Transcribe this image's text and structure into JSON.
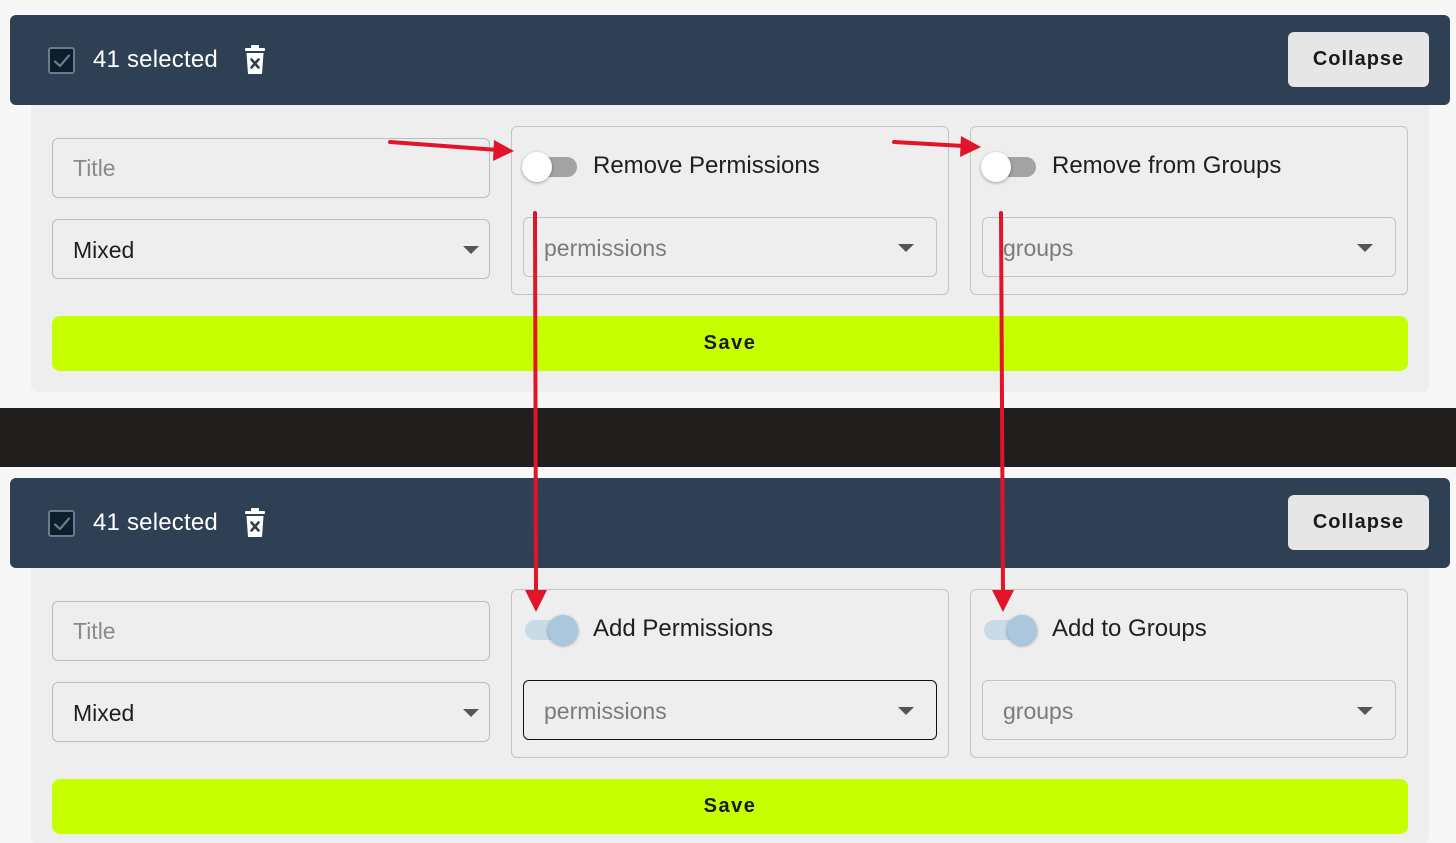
{
  "colors": {
    "header_bg": "#2f4054",
    "save_bg": "#c6ff00",
    "annotation_arrow": "#e0152a",
    "toggle_on": "#a9c8dd",
    "divider": "#201f1d"
  },
  "panels": [
    {
      "id": "before",
      "bulk_bar": {
        "selected_label": "41 selected",
        "checkbox_checked": true,
        "delete_icon": "trash-x-icon",
        "collapse_label": "Collapse"
      },
      "form": {
        "title_placeholder": "Title",
        "type_select_value": "Mixed",
        "permissions_toggle": {
          "label": "Remove Permissions",
          "on": false
        },
        "permissions_select_placeholder": "permissions",
        "groups_toggle": {
          "label": "Remove from Groups",
          "on": false
        },
        "groups_select_placeholder": "groups",
        "save_label": "Save"
      }
    },
    {
      "id": "after",
      "bulk_bar": {
        "selected_label": "41 selected",
        "checkbox_checked": true,
        "delete_icon": "trash-x-icon",
        "collapse_label": "Collapse"
      },
      "form": {
        "title_placeholder": "Title",
        "type_select_value": "Mixed",
        "permissions_toggle": {
          "label": "Add Permissions",
          "on": true
        },
        "permissions_select_placeholder": "permissions",
        "permissions_select_focused": true,
        "groups_toggle": {
          "label": "Add to Groups",
          "on": true
        },
        "groups_select_placeholder": "groups",
        "save_label": "Save"
      }
    }
  ]
}
